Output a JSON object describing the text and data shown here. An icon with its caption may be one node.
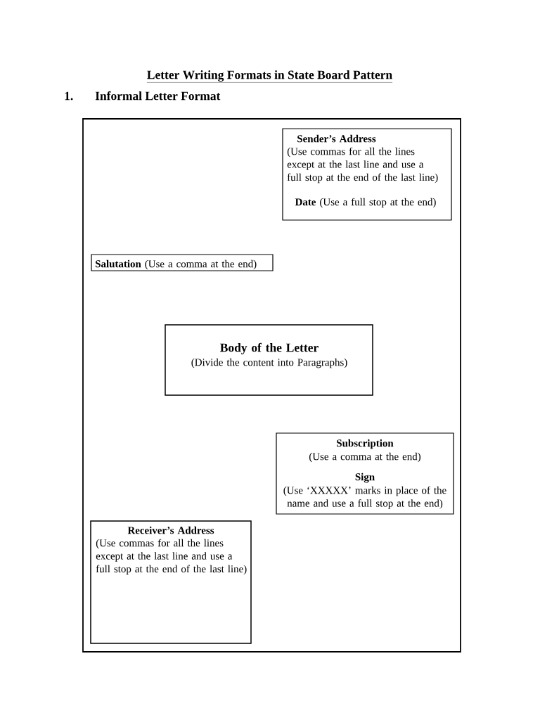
{
  "diagram": {
    "title": "Letter Writing Formats in State Board Pattern",
    "nodes": [
      {
        "text": [],
        "shape": "box"
      },
      {
        "text": [
          "Sender’s Address",
          "(Use commas for all the lines except at the last line and use a full stop at the end of the last line)",
          "**Date** (Use a full stop at the end)"
        ],
        "in": 0
      },
      {
        "text": [
          "**Salutation** (Use a comma at the end)"
        ],
        "in": 0
      },
      {
        "text": [
          "Body of the Letter",
          "(Divide the content into Paragraphs)"
        ],
        "in": 0
      },
      {
        "text": [
          "Subscription",
          "(Use a comma at the end)",
          "Sign",
          "(Use ‘XXXXX’ marks in place of the name and use a full stop at the end)"
        ],
        "in": 0
      },
      {
        "text": [
          "Receiver’s Address",
          "(Use commas for all the lines except at the last line and use a full stop at the end of the last line)"
        ],
        "in": 0
      }
    ],
    "labels": [
      "1.",
      "Informal Letter Format"
    ]
  }
}
